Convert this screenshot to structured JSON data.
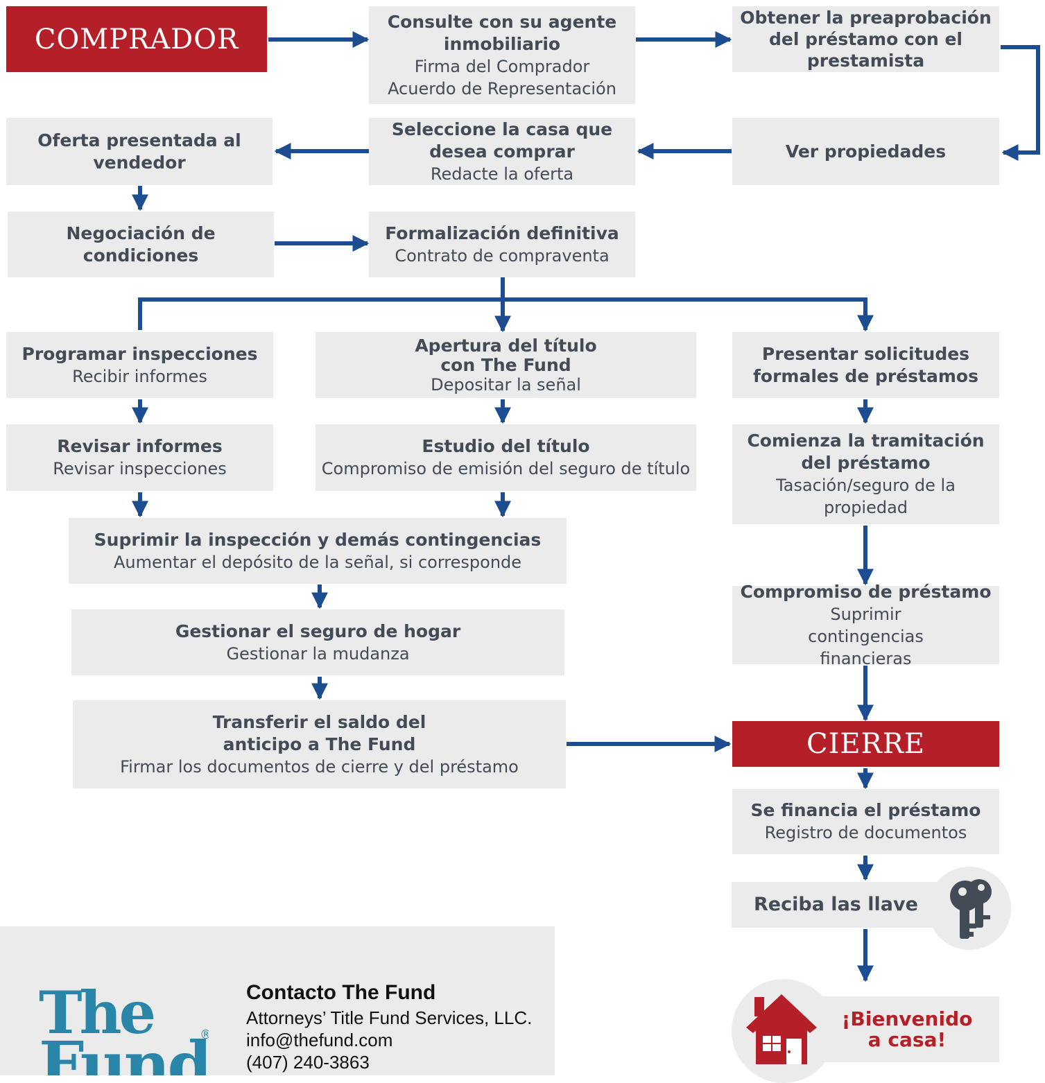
{
  "start": {
    "label": "COMPRADOR"
  },
  "steps": {
    "agent": {
      "title": "Consulte con su agente inmobiliario",
      "lines": [
        "Firma del Comprador",
        "Acuerdo de Representación"
      ]
    },
    "preapproval": {
      "title": "Obtener la preaprobación del préstamo con el prestamista"
    },
    "view": {
      "title": "Ver propiedades"
    },
    "select": {
      "title": "Seleccione la casa que desea comprar",
      "line": "Redacte la oferta"
    },
    "offer": {
      "title": "Oferta presentada al vendedor"
    },
    "negotiation": {
      "title": "Negociación de condiciones"
    },
    "formalization": {
      "title": "Formalización definitiva",
      "line": "Contrato de compraventa"
    },
    "inspections": {
      "title": "Programar inspecciones",
      "line": "Recibir informes"
    },
    "title_open": {
      "title_1": "Apertura del título",
      "title_2": "con The Fund",
      "line": "Depositar la señal"
    },
    "loan_apps": {
      "title": "Presentar solicitudes formales de préstamos"
    },
    "review": {
      "title": "Revisar informes",
      "line": "Revisar inspecciones"
    },
    "title_study": {
      "title": "Estudio del título",
      "line": "Compromiso de emisión del seguro de título"
    },
    "loan_processing": {
      "title": "Comienza la tramitación del préstamo",
      "line": "Tasación/seguro de la propiedad"
    },
    "remove_contingencies": {
      "title": "Suprimir la inspección y demás contingencias",
      "line": "Aumentar el depósito de la señal, si corresponde"
    },
    "insurance": {
      "title": "Gestionar el seguro de hogar",
      "line": "Gestionar la mudanza"
    },
    "loan_commitment": {
      "title": "Compromiso de préstamo",
      "line": "Suprimir contingencias financieras"
    },
    "transfer": {
      "title": "Transferir el saldo del anticipo a The Fund",
      "line": "Firmar los documentos de cierre y del préstamo"
    },
    "closing": {
      "label": "CIERRE"
    },
    "funded": {
      "title": "Se financia el préstamo",
      "line": "Registro de documentos"
    },
    "keys": {
      "title": "Reciba las llave"
    },
    "welcome": {
      "line1": "¡Bienvenido",
      "line2": "a casa!"
    }
  },
  "contact": {
    "heading": "Contacto The Fund",
    "company": "Attorneys’ Title Fund Services, LLC.",
    "email": "info@thefund.com",
    "phone": "(407) 240-3863"
  },
  "logo": {
    "line1": "The",
    "line2": "Fund",
    "mark": "®"
  },
  "colors": {
    "accent_red": "#b51f27",
    "arrow_blue": "#1c4d91",
    "box_gray": "#ebebeb",
    "text_gray": "#434b57",
    "logo_teal": "#2a86a8"
  },
  "icons": [
    "arrow-icon",
    "keys-icon",
    "house-icon"
  ]
}
